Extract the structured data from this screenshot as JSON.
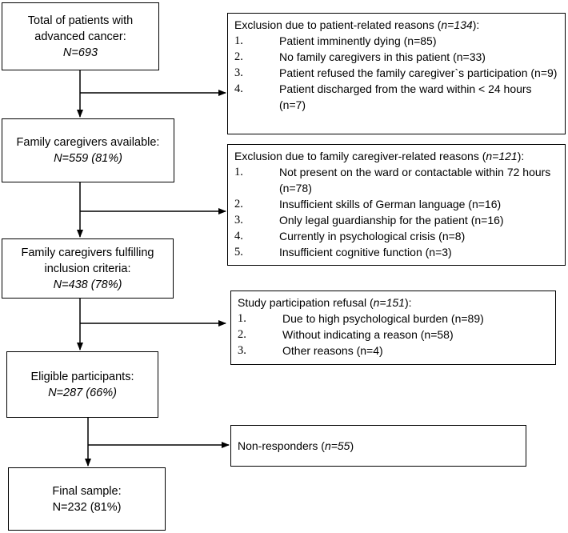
{
  "main_boxes": [
    {
      "lines": [
        "Total of patients with",
        "advanced cancer:"
      ],
      "value": "N=693",
      "value_italic": true
    },
    {
      "lines": [
        "Family caregivers available:"
      ],
      "value": "N=559 (81%)",
      "value_italic": true
    },
    {
      "lines": [
        "Family caregivers fulfilling",
        "inclusion criteria:"
      ],
      "value": "N=438 (78%)",
      "value_italic": true
    },
    {
      "lines": [
        "Eligible participants:"
      ],
      "value": "N=287 (66%)",
      "value_italic": true
    },
    {
      "lines": [
        "Final sample:"
      ],
      "value": "N=232 (81%)",
      "value_italic": false
    }
  ],
  "exclusions": [
    {
      "heading": "Exclusion due to patient-related reasons (",
      "heading_n": "n=134",
      "heading_tail": "):",
      "items": [
        {
          "num": "1.",
          "text": "Patient imminently dying (n=85)"
        },
        {
          "num": "2.",
          "text": "No family caregivers in this patient (n=33)"
        },
        {
          "num": "3.",
          "text": "Patient refused the family caregiver`s participation (n=9)"
        },
        {
          "num": "4.",
          "text": "Patient discharged from the ward within < 24 hours (n=7)"
        }
      ]
    },
    {
      "heading": "Exclusion due to family caregiver-related reasons (",
      "heading_n": "n=121",
      "heading_tail": "):",
      "items": [
        {
          "num": "1.",
          "text": "Not present on the ward or contactable within 72 hours (n=78)"
        },
        {
          "num": "2.",
          "text": "Insufficient skills of German language (n=16)"
        },
        {
          "num": "3.",
          "text": "Only legal guardianship for the patient (n=16)"
        },
        {
          "num": "4.",
          "text": "Currently in psychological crisis (n=8)"
        },
        {
          "num": "5.",
          "text": "Insufficient cognitive function (n=3)"
        }
      ]
    },
    {
      "heading": "Study participation refusal (",
      "heading_n": "n=151",
      "heading_tail": "):",
      "items": [
        {
          "num": "1.",
          "text": "Due to high psychological burden (n=89)"
        },
        {
          "num": "2.",
          "text": "Without indicating a reason (n=58)"
        },
        {
          "num": "3.",
          "text": "Other reasons (n=4)"
        }
      ]
    },
    {
      "heading": "Non-responders (",
      "heading_n": "n=55",
      "heading_tail": ")",
      "items": []
    }
  ]
}
